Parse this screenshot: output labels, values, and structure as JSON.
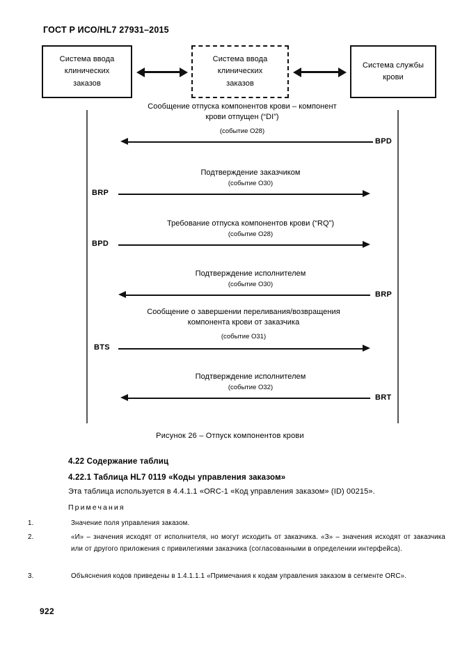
{
  "document": {
    "header": "ГОСТ Р ИСО/HL7 27931–2015",
    "page_number": "922"
  },
  "diagram": {
    "boxes": [
      {
        "id": "clinical-order-entry-left",
        "style": "solid",
        "lines": [
          "Система ввода",
          "клинических",
          "заказов"
        ]
      },
      {
        "id": "clinical-order-entry-middle",
        "style": "dashed",
        "lines": [
          "Система ввода",
          "клинических",
          "заказов"
        ]
      },
      {
        "id": "blood-bank-system-right",
        "style": "solid",
        "lines": [
          "Система службы",
          "крови"
        ]
      }
    ],
    "connectors": [
      {
        "id": "connector-left-middle",
        "type": "double-arrow"
      },
      {
        "id": "connector-middle-right",
        "type": "double-arrow"
      }
    ],
    "messages": [
      {
        "id": "msg-1",
        "line1": "Сообщение отпуска компонентов крови – компонент",
        "line2": "крови отпущен (“DI”)",
        "event": "(событие O28)",
        "segment": "BPD",
        "direction": "left",
        "label_side": "right"
      },
      {
        "id": "msg-2",
        "line1": "Подтверждение заказчиком",
        "line2": "",
        "event": "(событие O30)",
        "segment": "BRP",
        "direction": "right",
        "label_side": "left"
      },
      {
        "id": "msg-3",
        "line1": "Требование отпуска компонентов крови (“RQ”)",
        "line2": "",
        "event": "(событие O28)",
        "segment": "BPD",
        "direction": "right",
        "label_side": "left"
      },
      {
        "id": "msg-4",
        "line1": "Подтверждение исполнителем",
        "line2": "",
        "event": "(событие O30)",
        "segment": "BRP",
        "direction": "left",
        "label_side": "right"
      },
      {
        "id": "msg-5",
        "line1": "Сообщение о завершении переливания/возвращения",
        "line2": "компонента крови от заказчика",
        "event": "(событие O31)",
        "segment": "BTS",
        "direction": "right",
        "label_side": "left"
      },
      {
        "id": "msg-6",
        "line1": "Подтверждение исполнителем",
        "line2": "",
        "event": "(событие O32)",
        "segment": "BRT",
        "direction": "left",
        "label_side": "right"
      }
    ],
    "caption": "Рисунок 26 – Отпуск компонентов крови"
  },
  "sections": {
    "heading_1": "4.22 Содержание таблиц",
    "heading_2": "4.22.1 Таблица HL7 0119 «Коды управления заказом»",
    "intro_paragraph": "Эта таблица используется в 4.4.1.1 «ORC-1 «Код управления заказом» (ID) 00215».",
    "notes_title": "Примечания",
    "notes": [
      {
        "number": "1.",
        "text": "Значение поля управления заказом."
      },
      {
        "number": "2.",
        "text": "«И» – значения исходят от исполнителя, но могут исходить от заказчика. «З» – значения исходят от заказчика или от другого приложения с привилегиями заказчика (согласованными в определении интерфейса)."
      },
      {
        "number": "3.",
        "text": "Объяснения кодов приведены в 1.4.1.1.1 «Примечания к кодам управления заказом в сегменте ORC»."
      }
    ]
  }
}
